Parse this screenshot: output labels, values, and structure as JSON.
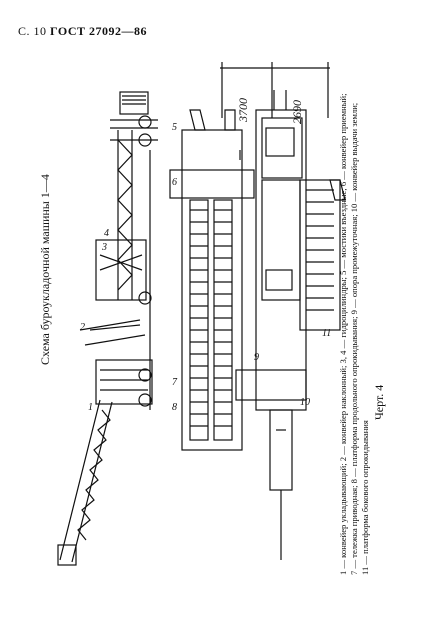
{
  "header": {
    "page_label": "С. 10",
    "standard": "ГОСТ 27092—86"
  },
  "figure": {
    "title": "Схема буроукладочной машины 1—4",
    "caption": "Черт. 4",
    "dimensions": [
      "3700",
      "2690"
    ],
    "callouts": [
      "1",
      "2",
      "3",
      "4",
      "5",
      "6",
      "7",
      "8",
      "9",
      "10",
      "11"
    ]
  },
  "legend": {
    "line1": "1 — конвейер укладывающий; 2 — конвейер наклонный; 3, 4 — гидроцилиндры; 5 — мостики въездные; 6 — конвейер приемный;",
    "line2": "7 — тележка приводная; 8 — платформа продольного опрокидывания; 9 — опора промежуточная; 10 — конвейер выдачи земли;",
    "line3": "11 — платформа бокового опрокидывания"
  }
}
